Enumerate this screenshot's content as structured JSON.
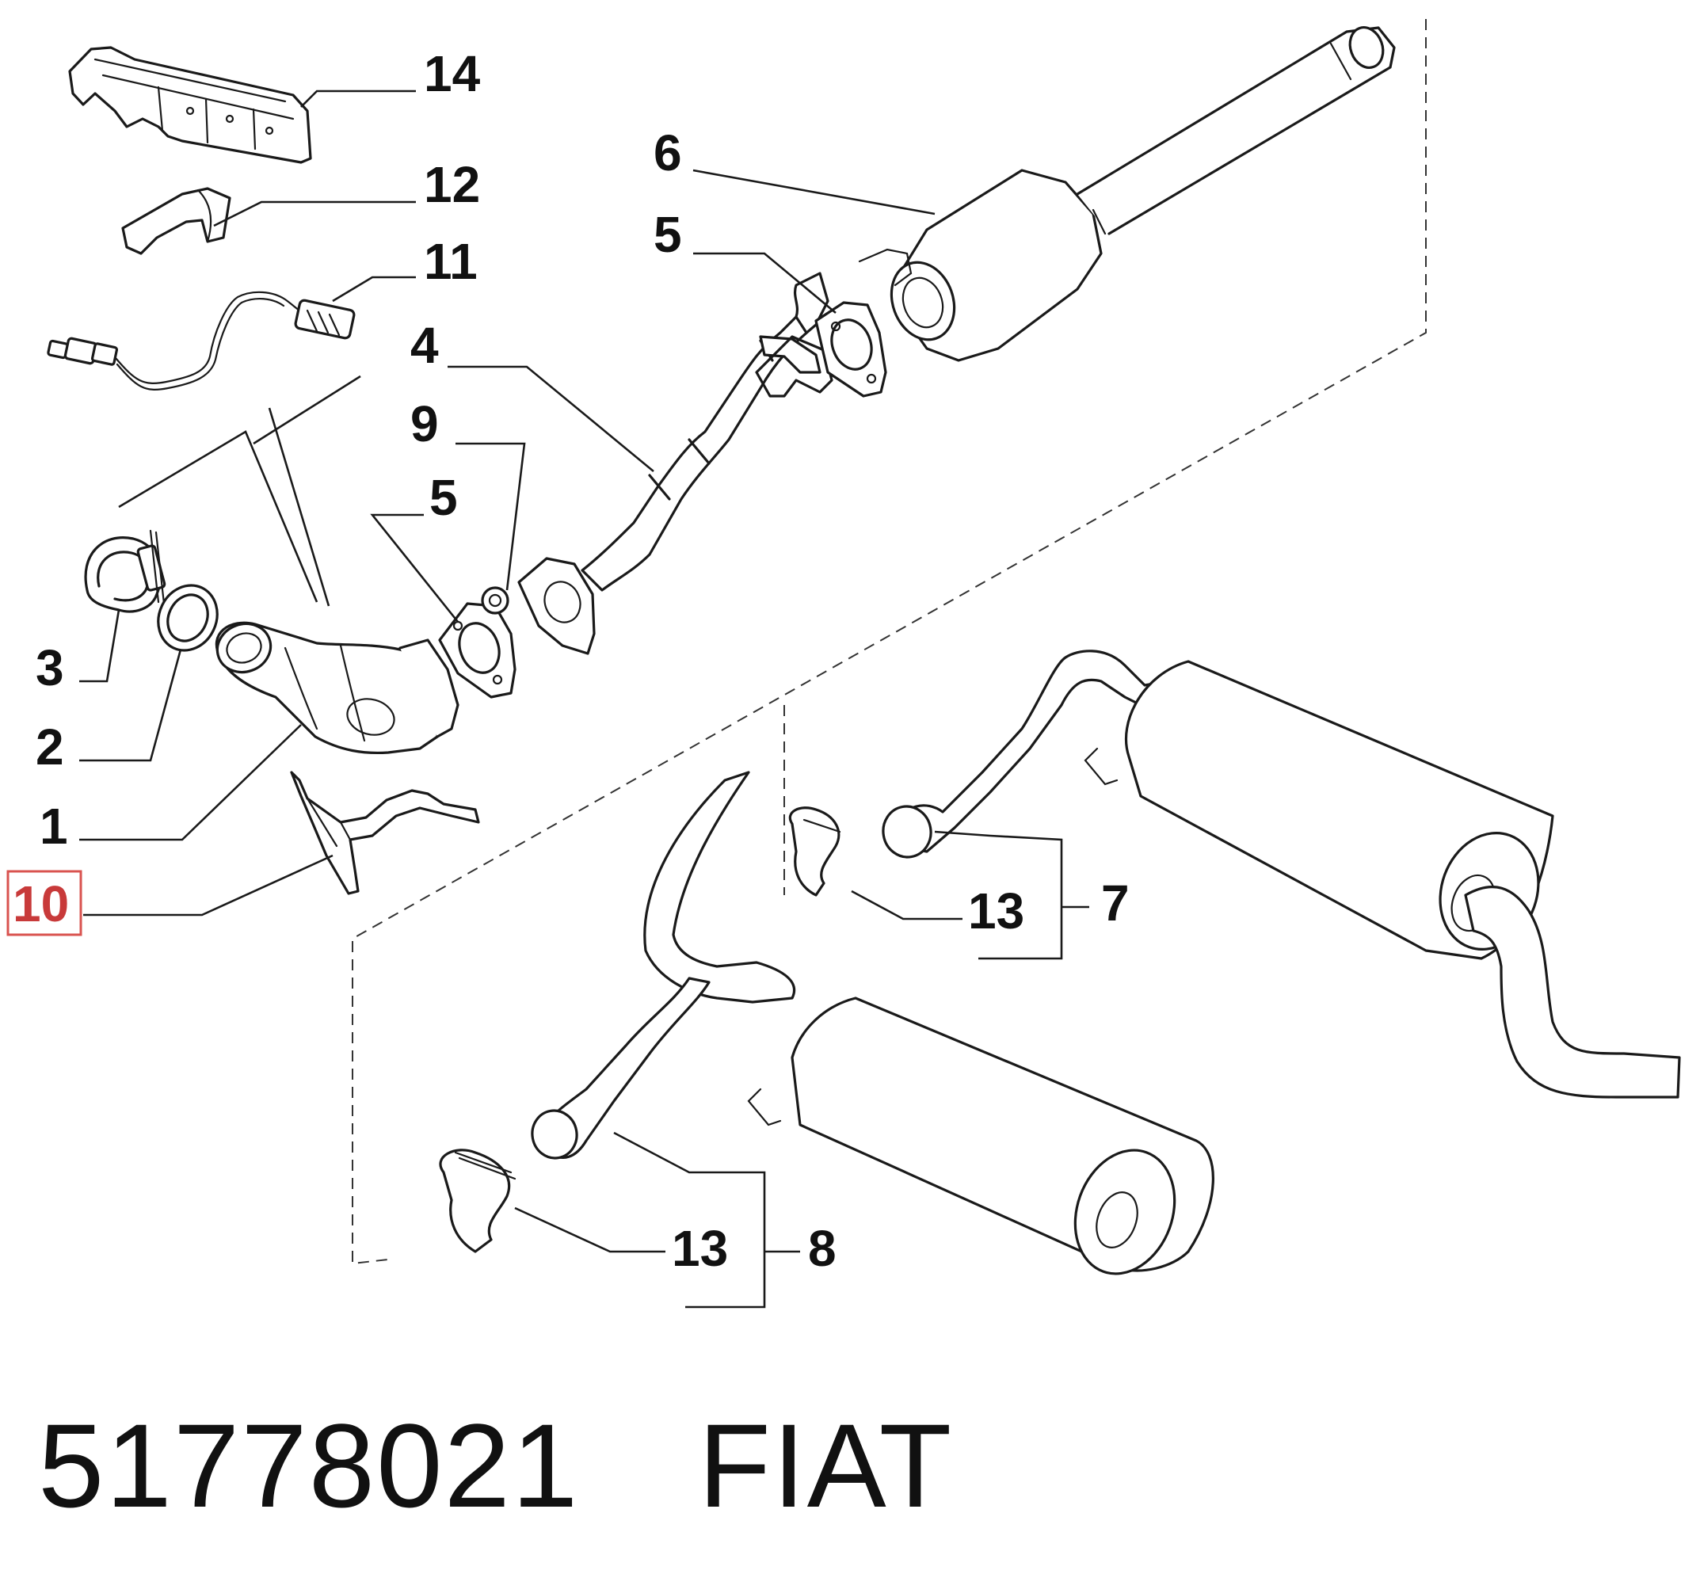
{
  "callouts": {
    "c14": "14",
    "c12": "12",
    "c11": "11",
    "c6": "6",
    "c5a": "5",
    "c4": "4",
    "c9": "9",
    "c5b": "5",
    "c3": "3",
    "c2": "2",
    "c1": "1",
    "c10": "10",
    "c13a": "13",
    "c7": "7",
    "c13b": "13",
    "c8": "8"
  },
  "highlight": {
    "item": "10",
    "color": "#d9534f"
  },
  "footer": {
    "part_number": "51778021",
    "brand": "FIAT"
  }
}
